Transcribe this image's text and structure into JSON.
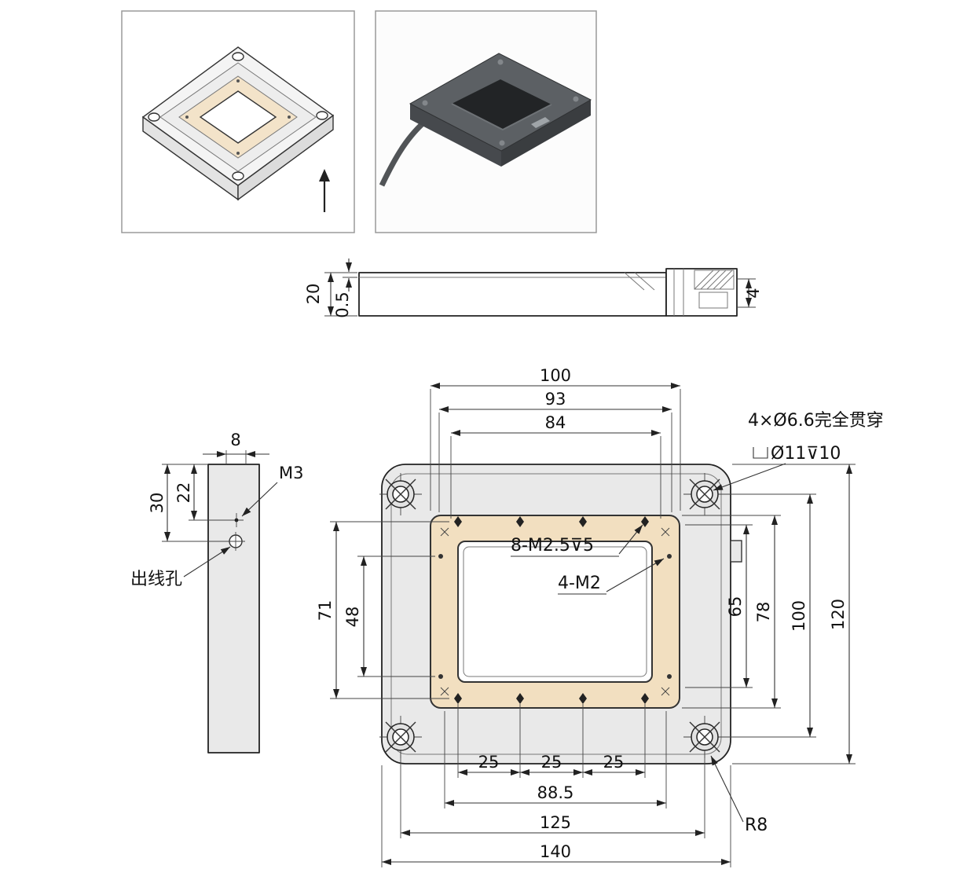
{
  "colors": {
    "plate_fill": "#e9e9e9",
    "ring_fill": "#f2dfc0",
    "line": "#222222",
    "dimension": "#333333",
    "photo_body": "#5c6064"
  },
  "views": {
    "iso": {
      "name": "isometric line drawing",
      "arrow_direction": "up"
    },
    "photo": {
      "name": "product photo render"
    }
  },
  "side_view": {
    "dims": {
      "height": "20",
      "step": "0.5",
      "connector": "4"
    }
  },
  "left_view": {
    "dims": {
      "hole_span": "8",
      "outlet_pos": "30",
      "m3_pos": "22"
    },
    "labels": {
      "m3": "M3",
      "outlet": "出线孔"
    }
  },
  "front_view": {
    "dims": {
      "top_100": "100",
      "top_93": "93",
      "top_84": "84",
      "left_71": "71",
      "left_48": "48",
      "right_65": "65",
      "right_78": "78",
      "right_100": "100",
      "right_120": "120",
      "bottom_25a": "25",
      "bottom_25b": "25",
      "bottom_25c": "25",
      "bottom_885": "88.5",
      "bottom_125": "125",
      "bottom_140": "140"
    },
    "notes": {
      "corner_holes": "4×Ø6.6完全贯穿",
      "counterbore": "Ø11⊽10",
      "m25_holes": "8-M2.5⊽5",
      "m2_holes": "4-M2",
      "radius": "R8"
    }
  }
}
